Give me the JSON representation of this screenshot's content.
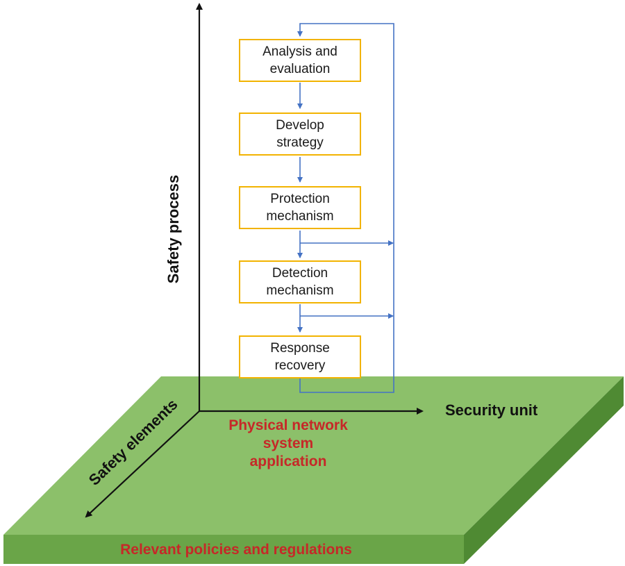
{
  "axes": {
    "vertical_label": "Safety process",
    "horizontal_label": "Security unit",
    "diagonal_label": "Safety elements"
  },
  "process_steps": [
    "Analysis and\nevaluation",
    "Develop\nstrategy",
    "Protection\nmechanism",
    "Detection\nmechanism",
    "Response\nrecovery"
  ],
  "base": {
    "center_label": "Physical network\nsystem\napplication",
    "footer_label": "Relevant policies and regulations"
  },
  "colors": {
    "plate_top": "#8cc06a",
    "plate_front": "#6aa548",
    "plate_side": "#4f8a33",
    "box_border": "#f2b300",
    "flow_line": "#4472c4",
    "axis": "#111111",
    "red_text": "#c62828"
  }
}
